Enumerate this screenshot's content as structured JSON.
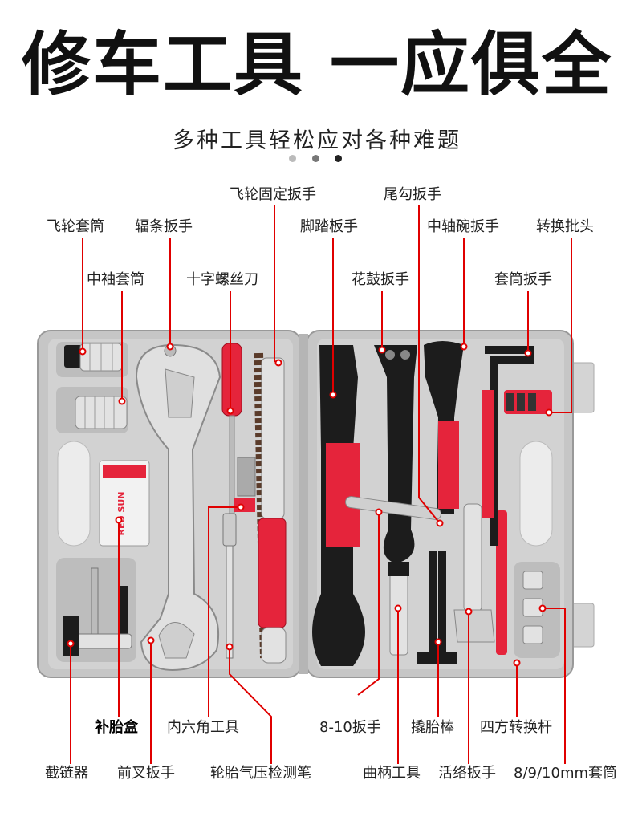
{
  "header": {
    "title": "修车工具 一应俱全",
    "subtitle": "多种工具轻松应对各种难题",
    "dots": [
      "#bbbbbb",
      "#777777",
      "#222222"
    ]
  },
  "colors": {
    "leader_line": "#e00000",
    "case_gray": "#c9c9c9",
    "tool_red": "#e5243b",
    "tool_black": "#1c1c1c",
    "metal": "#d6d6d6"
  },
  "labels": {
    "flywheel_fix_wrench": "飞轮固定扳手",
    "hook_wrench": "尾勾扳手",
    "flywheel_socket": "飞轮套筒",
    "spoke_wrench": "辐条扳手",
    "pedal_wrench": "脚踏板手",
    "bb_cup_wrench": "中轴碗扳手",
    "adapter_bits": "转换批头",
    "bb_socket": "中袖套筒",
    "phillips": "十字螺丝刀",
    "hub_wrench": "花鼓扳手",
    "socket_wrench": "套筒扳手",
    "patch_kit": "补胎盒",
    "hex_tool": "内六角工具",
    "wrench_8_10": "8-10扳手",
    "tire_lever": "撬胎棒",
    "square_adapter": "四方转换杆",
    "chain_breaker": "截链器",
    "fork_wrench": "前叉扳手",
    "tire_gauge": "轮胎气压检测笔",
    "crank_tool": "曲柄工具",
    "adjustable_wrench": "活络扳手",
    "sockets_mm": "8/9/10mm套筒"
  },
  "patch_box_print": "RED SUN"
}
